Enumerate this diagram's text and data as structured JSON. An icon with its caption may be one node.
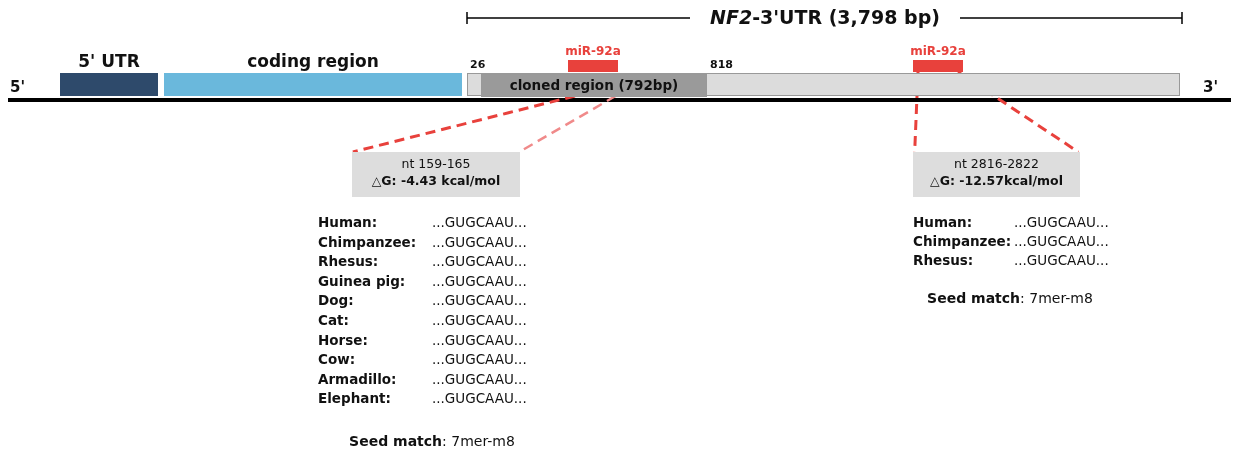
{
  "diagram": {
    "nodes": [
      {
        "text": [
          "5' UTR"
        ]
      },
      {
        "text": [
          "coding region"
        ]
      },
      {
        "text": [],
        "shape": "bar"
      },
      {
        "text": [
          "cloned region (792bp)"
        ],
        "in": 2,
        "beside": [
          "26",
          "818"
        ]
      },
      {
        "text": [
          "miR-92a"
        ]
      },
      {
        "text": [
          "miR-92a"
        ]
      },
      {
        "text": [
          "nt 159-165",
          "△G: -4.43 kcal/mol"
        ]
      },
      {
        "text": [
          "nt 2816-2822",
          "△G: -12.57kcal/mol"
        ]
      }
    ],
    "edges": [
      {
        "from": 3,
        "to": 6,
        "arrow": "none",
        "style": "dashed",
        "color": "#e8413c"
      },
      {
        "from": 3,
        "to": 6,
        "arrow": "none",
        "style": "dashed",
        "color": "#f08a8a"
      },
      {
        "from": 5,
        "to": 7,
        "arrow": "none",
        "style": "dashed",
        "color": "#e8413c"
      },
      {
        "from": 5,
        "to": 7,
        "arrow": "none",
        "style": "dashed",
        "color": "#e8413c"
      }
    ],
    "labels": [
      "*NF2*-3'UTR (3,798 bp)",
      "5'",
      "3'",
      "Human:",
      "...GUGCAAU...",
      "Chimpanzee:",
      "...GUGCAAU...",
      "Rhesus:",
      "...GUGCAAU...",
      "Guinea pig:",
      "...GUGCAAU...",
      "Dog:",
      "...GUGCAAU...",
      "Cat:",
      "...GUGCAAU...",
      "Horse:",
      "...GUGCAAU...",
      "Cow:",
      "...GUGCAAU...",
      "Armadillo:",
      "...GUGCAAU...",
      "Elephant:",
      "...GUGCAAU...",
      "**Seed match**: 7mer-m8",
      "Human:",
      "...GUGCAAU...",
      "Chimpanzee:",
      "...GUGCAAU...",
      "Rhesus:",
      "...GUGCAAU...",
      "**Seed match**: 7mer-m8"
    ]
  }
}
